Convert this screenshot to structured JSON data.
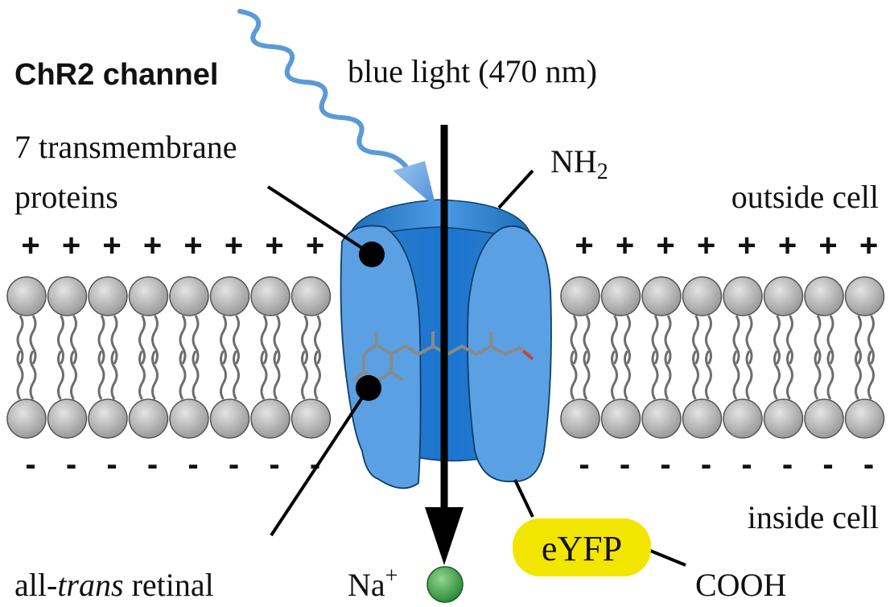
{
  "title": "ChR2 channel",
  "light_label": "blue light (470 nm)",
  "protein_label_line1": "7 transmembrane",
  "protein_label_line2": "proteins",
  "nh2_label": "NH",
  "nh2_subscript": "2",
  "outside_label": "outside cell",
  "inside_label": "inside cell",
  "retinal_label_prefix": "all-",
  "retinal_label_italic": "trans",
  "retinal_label_suffix": " retinal",
  "ion_label": "Na",
  "ion_superscript": "+",
  "eyfp_label": "eYFP",
  "cooh_label": "COOH",
  "positive_sign": "+",
  "negative_sign": "-",
  "colors": {
    "channel_blue": "#5a9fe0",
    "channel_dark_blue": "#1f6fbf",
    "light_arrow_blue": "#5b9bd5",
    "lipid_head_gray": "#b8b8b8",
    "eyfp_yellow": "#f2e600",
    "ion_green": "#4caf50"
  }
}
